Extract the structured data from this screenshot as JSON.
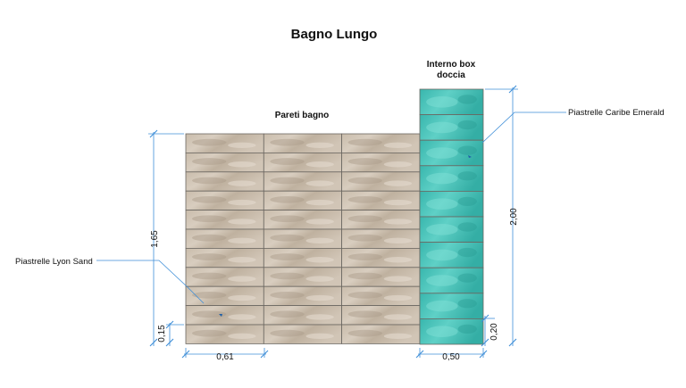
{
  "title": "Bagno Lungo",
  "wall": {
    "label": "Pareti bagno",
    "tile_name": "Piastrelle Lyon Sand",
    "tile_width": "0,61",
    "height_total": "1,65",
    "tile_height": "0,15",
    "columns": 3,
    "rows": 11
  },
  "shower": {
    "label_line1": "Interno box",
    "label_line2": "doccia",
    "tile_name": "Piastrelle Caribe Emerald",
    "tile_width": "0,50",
    "height_total": "2,00",
    "tile_height": "0,20",
    "rows": 10
  },
  "colors": {
    "dimension": "#3f8fd8",
    "sand_tile": "#cbbfb0",
    "emerald_tile": "#3fbcb2",
    "grout": "#6b6761"
  }
}
